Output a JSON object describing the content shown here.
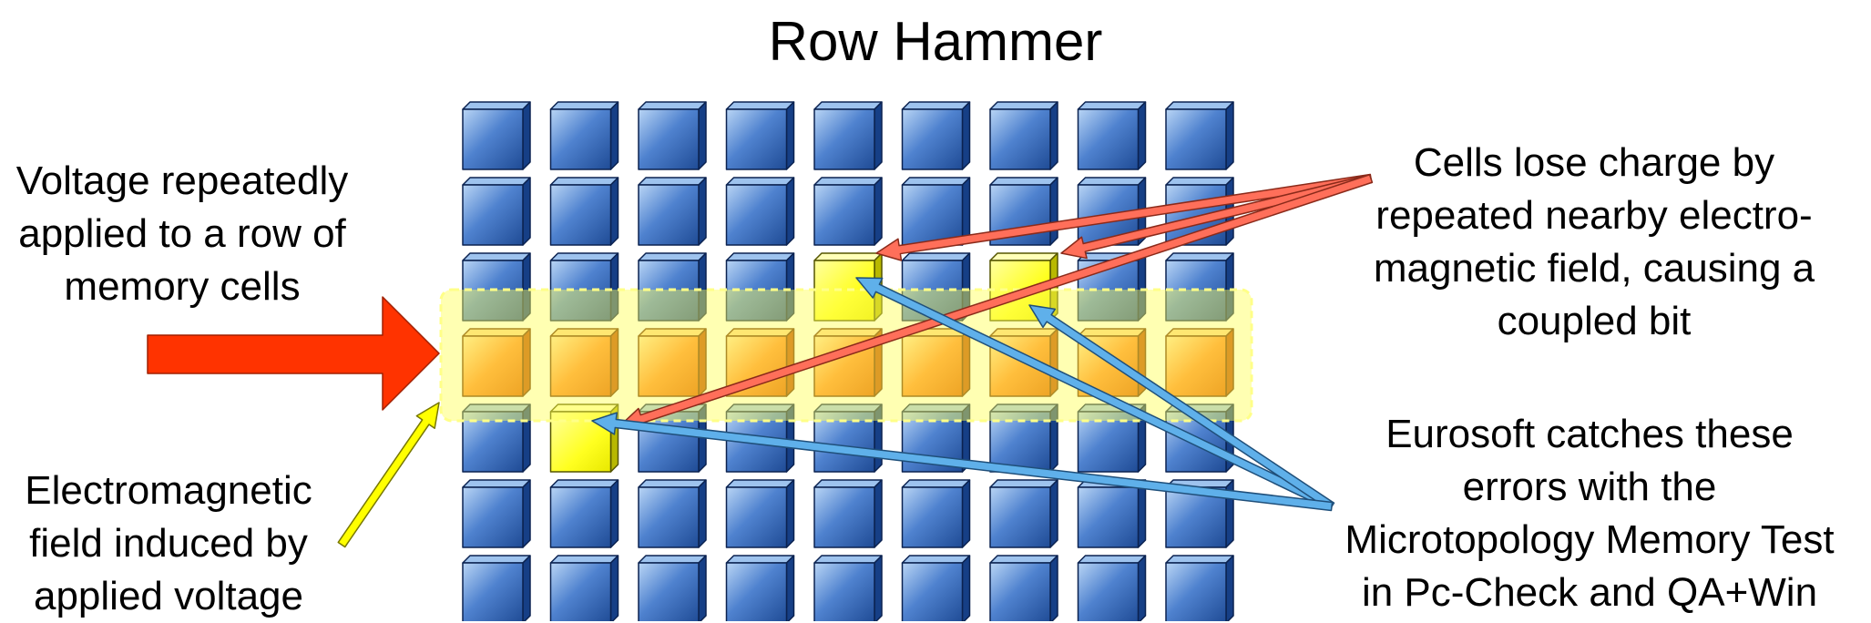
{
  "title": "Row Hammer",
  "grid": {
    "rows": 7,
    "cols": 9,
    "hammered_row": 3,
    "flipped_cells": [
      [
        2,
        4
      ],
      [
        2,
        6
      ],
      [
        4,
        1
      ]
    ]
  },
  "labels": {
    "left_top": [
      "Voltage repeatedly",
      "applied to a row of",
      "memory cells"
    ],
    "left_bottom": [
      "Electromagnetic",
      "field induced by",
      "applied voltage"
    ],
    "right_top": [
      "Cells lose charge by",
      "repeated nearby electro-",
      "magnetic field, causing a",
      "coupled bit"
    ],
    "right_bottom": [
      "Eurosoft catches these",
      "errors with the",
      "Microtopology Memory Test",
      "in Pc-Check and QA+Win"
    ]
  },
  "colors": {
    "cell_blue_light": "#9ec3ee",
    "cell_blue": "#3d6fbf",
    "cell_blue_dark": "#163f86",
    "cell_orange_light": "#ffd38a",
    "cell_orange": "#ff7a1a",
    "cell_orange_dark": "#c24a00",
    "cell_yellow": "#ffff2a",
    "cell_yellow_dark": "#b8b800",
    "highlight_band": "#ffff55",
    "big_arrow": "#ff3300",
    "yellow_arrow": "#ffff00",
    "red_arrow": "#ff6f5a",
    "blue_arrow": "#5fb0ea"
  }
}
